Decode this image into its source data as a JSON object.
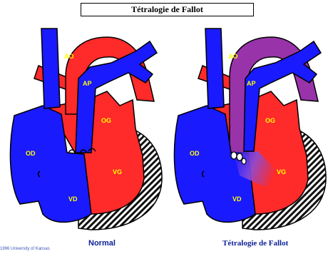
{
  "title": "Tétralogie de Fallot",
  "labels": {
    "ao": "AO",
    "ap": "AP",
    "og": "OG",
    "od": "OD",
    "vg": "VG",
    "vd": "VD"
  },
  "captions": {
    "normal": "Normal",
    "fallot": "Tétralogie de Fallot"
  },
  "credit": "1996 University of Kansas",
  "colors": {
    "oxygenated": "#ff2a2a",
    "deoxygenated": "#1a1aff",
    "mixed": "#9933aa",
    "text_labels": "#ffff00",
    "caption": "#0b1f96"
  }
}
